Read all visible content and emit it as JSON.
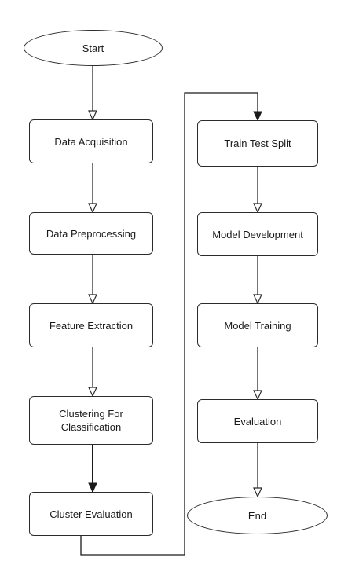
{
  "flowchart": {
    "start_label": "Start",
    "end_label": "End",
    "left_column": [
      {
        "id": "acq",
        "label": "Data Acquisition"
      },
      {
        "id": "prep",
        "label": "Data Preprocessing"
      },
      {
        "id": "feat",
        "label": "Feature Extraction"
      },
      {
        "id": "clust",
        "label": "Clustering For\nClassification"
      },
      {
        "id": "eval_cluster",
        "label": "Cluster Evaluation"
      }
    ],
    "right_column": [
      {
        "id": "split",
        "label": "Train Test Split"
      },
      {
        "id": "dev",
        "label": "Model Development"
      },
      {
        "id": "train",
        "label": "Model Training"
      },
      {
        "id": "eval",
        "label": "Evaluation"
      }
    ]
  }
}
